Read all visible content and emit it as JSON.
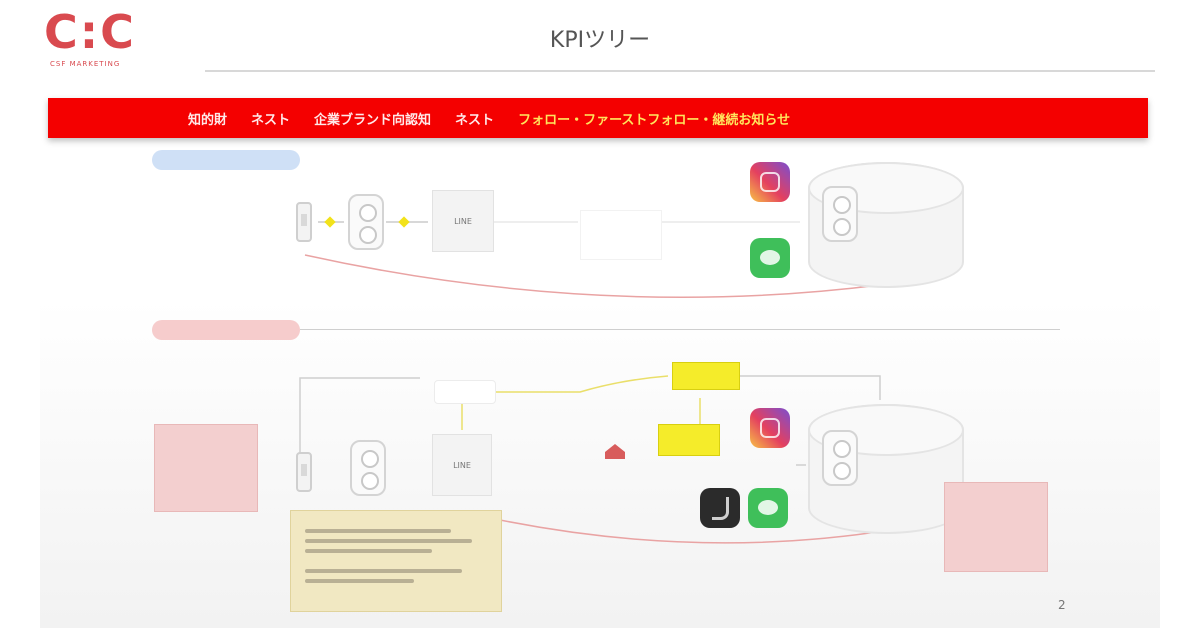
{
  "logo": {
    "mark": "C:C",
    "subtitle": "CSF MARKETING"
  },
  "title": "KPIツリー",
  "banner": {
    "segments": [
      {
        "text": "知的財",
        "tone": "white"
      },
      {
        "text": "ネスト",
        "tone": "white"
      },
      {
        "text": "企業ブランド向認知",
        "tone": "white"
      },
      {
        "text": "ネスト",
        "tone": "white"
      },
      {
        "text": "フォロー・ファーストフォロー・継続お知らせ",
        "tone": "yellow"
      }
    ],
    "color": "#f40000"
  },
  "sections": {
    "top_label": "",
    "bottom_label": ""
  },
  "nodes": {
    "top_box_label": "LINE",
    "bottom_box_label": "LINE",
    "yellow_1": "",
    "yellow_2": "",
    "pink_left": "",
    "pink_right": "",
    "home_label": ""
  },
  "icons": [
    "instagram-icon",
    "line-icon",
    "tiktok-icon",
    "home-icon",
    "person-icon",
    "smartphone-icon",
    "database-cylinder-icon"
  ],
  "colors": {
    "accent": "#d94a4f",
    "banner_red": "#f40000",
    "highlight_yellow": "#f5ec2a",
    "pink_box": "#f3cfcf",
    "note_bg": "#f1e8c2"
  },
  "page_number": "2"
}
